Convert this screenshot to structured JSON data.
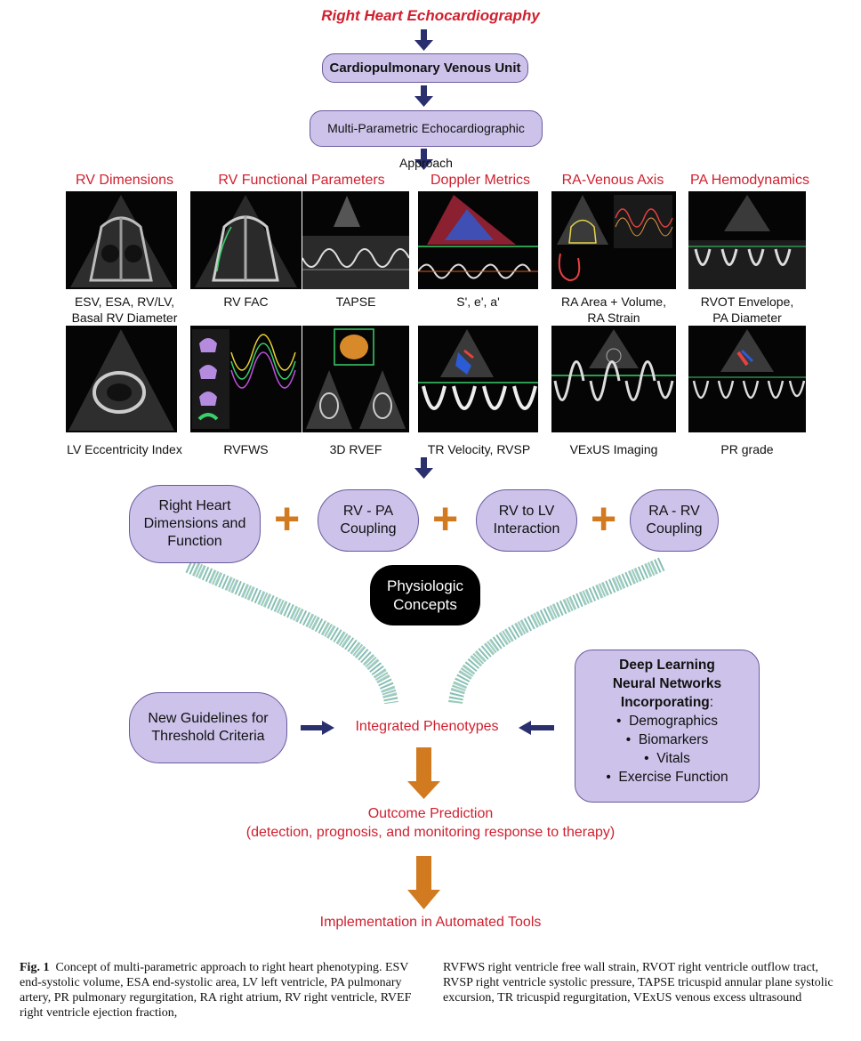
{
  "title": "Right Heart Echocardiography",
  "unit_box": "Cardiopulmonary Venous Unit",
  "approach_box": "Multi-Parametric Echocardiographic Approach",
  "categories": [
    "RV Dimensions",
    "RV Functional Parameters",
    "Doppler Metrics",
    "RA-Venous Axis",
    "PA Hemodynamics"
  ],
  "row1_captions": {
    "c1a": "ESV, ESA, RV/LV,",
    "c1b": "Basal RV Diameter",
    "c2": "RV FAC",
    "c3": "TAPSE",
    "c4": "S', e', a'",
    "c5a": "RA Area + Volume,",
    "c5b": "RA Strain",
    "c6a": "RVOT Envelope,",
    "c6b": "PA Diameter"
  },
  "row2_captions": {
    "c1": "LV Eccentricity Index",
    "c2": "RVFWS",
    "c3": "3D RVEF",
    "c4": "TR Velocity, RVSP",
    "c5": "VExUS Imaging",
    "c6": "PR grade"
  },
  "concepts": {
    "b1a": "Right Heart",
    "b1b": "Dimensions and",
    "b1c": "Function",
    "b2a": "RV - PA",
    "b2b": "Coupling",
    "b3a": "RV to LV",
    "b3b": "Interaction",
    "b4a": "RA - RV",
    "b4b": "Coupling",
    "plus": "+"
  },
  "physiologic": {
    "line1": "Physiologic",
    "line2": "Concepts"
  },
  "guidelines": {
    "line1": "New Guidelines for",
    "line2": "Threshold Criteria"
  },
  "integrated": "Integrated Phenotypes",
  "deep_learning": {
    "h1": "Deep Learning",
    "h2": "Neural Networks",
    "h3": "Incorporating",
    "colon": ":",
    "bullet": "•",
    "items": [
      "Demographics",
      "Biomarkers",
      "Vitals",
      "Exercise Function"
    ]
  },
  "outcome": {
    "line1": "Outcome Prediction",
    "line2": "(detection, prognosis, and monitoring response to therapy)"
  },
  "implementation": "Implementation in Automated Tools",
  "figure_caption": {
    "label": "Fig. 1",
    "left": "Concept of multi-parametric approach to right heart phenotyping. ESV end-systolic volume, ESA end-systolic area, LV left ventricle, PA pulmonary artery, PR pulmonary regurgitation, RA right atrium, RV right ventricle, RVEF right ventricle ejection fraction,",
    "right": "RVFWS right ventricle free wall strain, RVOT right ventricle outflow tract, RVSP right ventricle systolic pressure, TAPSE tricuspid annular plane systolic excursion, TR tricuspid regurgitation, VExUS venous excess ultrasound"
  },
  "colors": {
    "red": "#d0202f",
    "lavender": "#cdc3ea",
    "navy": "#2a2f6e",
    "orange": "#d27a1f",
    "dots": "#8ec6a8"
  }
}
